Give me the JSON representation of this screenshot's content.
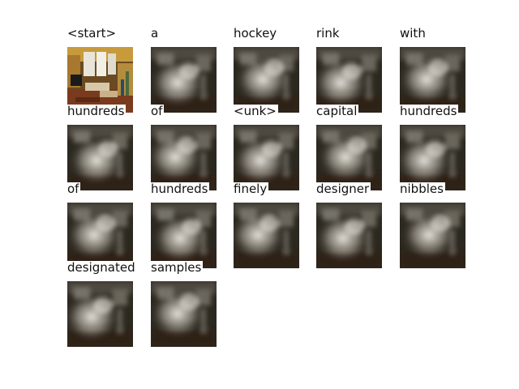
{
  "words": [
    "<start>",
    "a",
    "hockey",
    "rink",
    "with",
    "hundreds",
    "of",
    "<unk>",
    "capital",
    "hundreds",
    "of",
    "hundreds",
    "finely",
    "designer",
    "nibbles",
    "designated",
    "samples"
  ],
  "columns": 5
}
